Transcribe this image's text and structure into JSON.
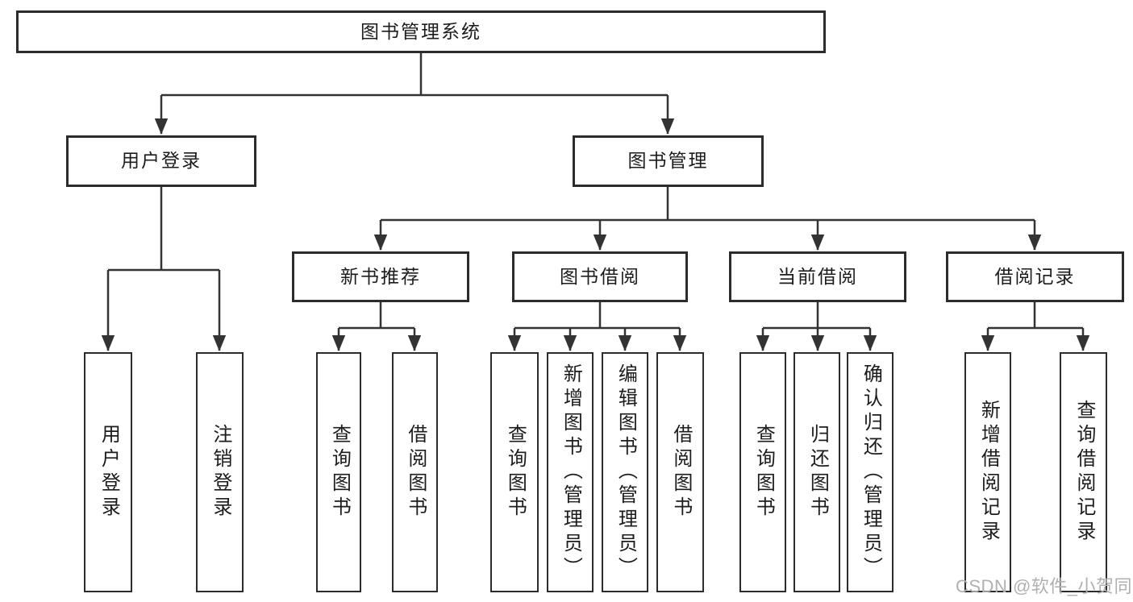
{
  "tree": {
    "root": "图书管理系统",
    "user_login": {
      "label": "用户登录",
      "leaves": [
        "用户登录",
        "注销登录"
      ]
    },
    "book_management": {
      "label": "图书管理",
      "sections": [
        {
          "label": "新书推荐",
          "leaves": [
            "查询图书",
            "借阅图书"
          ]
        },
        {
          "label": "图书借阅",
          "leaves": [
            "查询图书",
            "新增图书（管理员）",
            "编辑图书（管理员）",
            "借阅图书"
          ]
        },
        {
          "label": "当前借阅",
          "leaves": [
            "查询图书",
            "归还图书",
            "确认归还（管理员）"
          ]
        },
        {
          "label": "借阅记录",
          "leaves": [
            "新增借阅记录",
            "查询借阅记录"
          ]
        }
      ]
    }
  },
  "watermark": {
    "text": "CSDN @软件_小贺同学"
  },
  "colors": {
    "line": "#333333",
    "border": "#2c2c2c",
    "text": "#1c1c1c",
    "watermark": "#b0b0b0",
    "background": "#ffffff"
  }
}
